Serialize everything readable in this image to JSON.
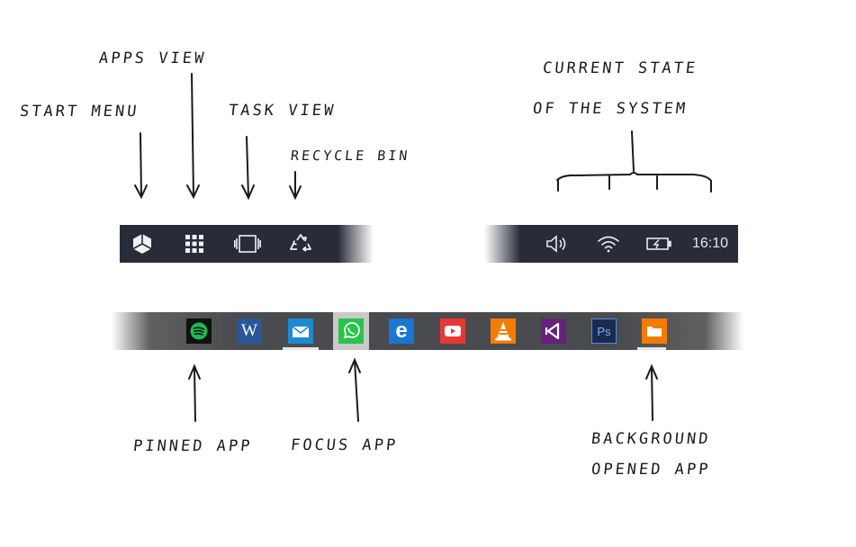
{
  "labels": {
    "start_menu": "Start menu",
    "apps_view": "Apps view",
    "task_view": "Task view",
    "recycle_bin": "Recycle bin",
    "current_state_1": "Current state",
    "current_state_2": "of the system",
    "pinned_app": "Pinned app",
    "focus_app": "Focus app",
    "background_1": "Background",
    "background_2": "opened app"
  },
  "system_tray": {
    "clock": "16:10"
  },
  "colors": {
    "taskbar_dark": "#272c38",
    "taskbar_grey": "#4a4b4e",
    "focus_highlight": "#c9c9c9"
  },
  "left_bar_icons": [
    "start-icon",
    "apps-grid-icon",
    "task-view-icon",
    "recycle-bin-icon"
  ],
  "tray_icons": [
    "volume-icon",
    "wifi-icon",
    "battery-icon"
  ],
  "apps": [
    {
      "name": "spotify",
      "color": "#1db954",
      "state": "pinned"
    },
    {
      "name": "word",
      "glyph": "W",
      "color": "#2b579a",
      "state": "pinned"
    },
    {
      "name": "mail",
      "color": "#1c8ad3",
      "state": "open"
    },
    {
      "name": "whatsapp",
      "color": "#25d366",
      "state": "focus"
    },
    {
      "name": "edge",
      "glyph": "e",
      "color": "#1976d2",
      "state": "pinned"
    },
    {
      "name": "youtube",
      "color": "#e53935",
      "state": "pinned"
    },
    {
      "name": "vlc",
      "color": "#f57c00",
      "state": "pinned"
    },
    {
      "name": "visual-studio",
      "color": "#68217a",
      "state": "pinned"
    },
    {
      "name": "photoshop",
      "glyph": "Ps",
      "color": "#1b2a4e",
      "state": "pinned"
    },
    {
      "name": "files",
      "color": "#f57c00",
      "state": "background-open"
    }
  ]
}
